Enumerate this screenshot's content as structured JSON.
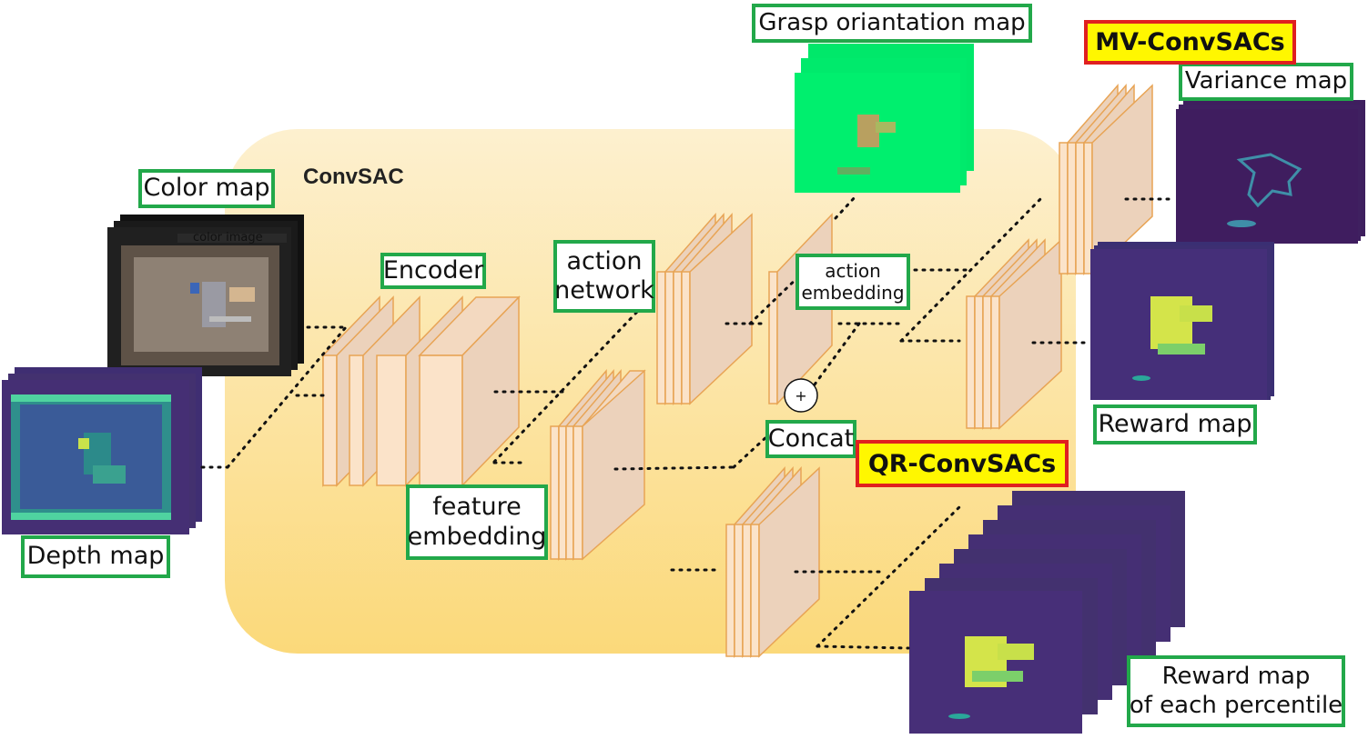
{
  "title": "ConvSAC",
  "labels": {
    "color_map": "Color map",
    "color_image": "color image",
    "depth_map": "Depth map",
    "encoder": "Encoder",
    "action_network": [
      "action",
      "network"
    ],
    "action_embedding": [
      "action",
      "embedding"
    ],
    "feature_embedding": [
      "feature",
      "embedding"
    ],
    "concat": "Concat",
    "concat_symbol": "+",
    "grasp_map": "Grasp oriantation map",
    "variance_map": "Variance map",
    "reward_map": "Reward map",
    "reward_percentile": [
      "Reward map",
      "of each percentile"
    ]
  },
  "variants": {
    "mv": "MV-ConvSACs",
    "qr": "QR-ConvSACs"
  },
  "colors": {
    "label_border": "#22a84a",
    "highlight_border": "#e02020",
    "highlight_fill": "#fff700",
    "panel_top": "#fdf0cf",
    "panel_bottom": "#fbd97a",
    "block": "#ecd2bb",
    "block_light": "#fbe3c9",
    "block_edge": "#e8a455",
    "heatmap_bg": "#453376",
    "heatmap_hot": "#d8e84a",
    "grasp_green": "#00ef6e"
  }
}
